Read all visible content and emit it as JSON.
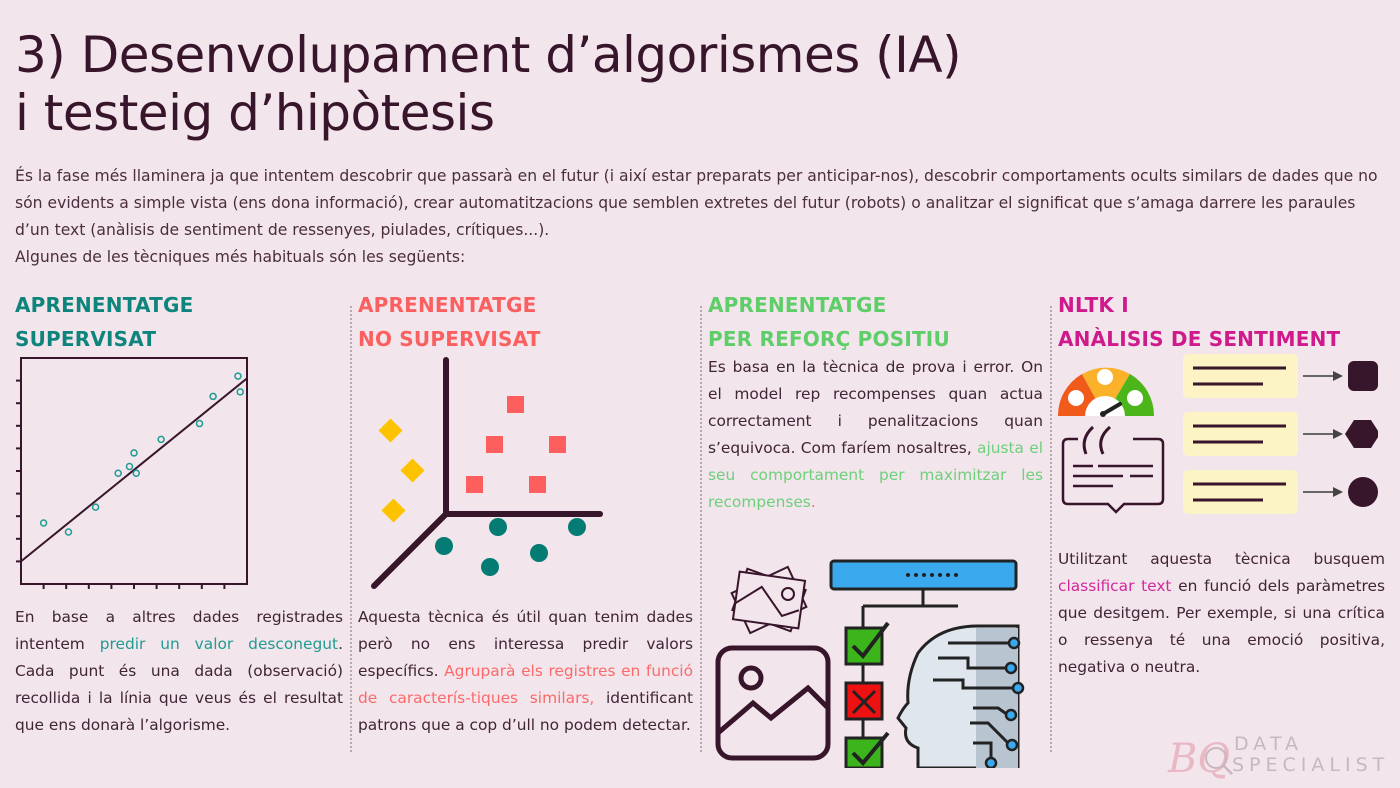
{
  "header": {
    "title_line1": "3) Desenvolupament d’algorismes (IA)",
    "title_line2": "i testeig d’hipòtesis"
  },
  "intro": {
    "paragraph": "És la fase més llaminera ja que intentem descobrir que passarà en el futur (i així estar preparats per anticipar-nos), descobrir comportaments ocults similars de dades que no són evidents a simple vista (ens dona informació), crear automatitzacions que semblen extretes del futur (robots) o analitzar el significat que s’amaga darrere les paraules d’un text (anàlisis de sentiment de ressenyes, piulades, crítiques...).",
    "lead": "Algunes de les tècniques més habituals són les següents:"
  },
  "columns": [
    {
      "heading_line1": "APRENENTATGE",
      "heading_line2": "SUPERVISAT",
      "color": "#0e857c",
      "text_before": "En base a altres dades registrades intentem ",
      "highlight": "predir un valor desconegut",
      "text_after": ". Cada punt és una dada (observació) recollida i la línia que veus és el resultat que ens donarà l’algorisme.",
      "illustration": "scatter-regression-chart"
    },
    {
      "heading_line1": "APRENENTATGE",
      "heading_line2": "NO SUPERVISAT",
      "color": "#fb6060",
      "text_before": "Aquesta tècnica és útil quan tenim dades però no ens interessa predir valors específics. ",
      "highlight": "Agruparà els registres en funció de caracterís-tiques similars,",
      "text_after": " identificant patrons que a cop d’ull no podem detectar.",
      "illustration": "clustering-3d-axes"
    },
    {
      "heading_line1": "APRENENTATGE",
      "heading_line2": "PER REFORÇ POSITIU",
      "color": "#5ece68",
      "text_before": "Es basa en la tècnica de prova i error. On el model rep recompenses quan actua correctament i penalitzacions quan s’equivoca. Com faríem nosaltres, ",
      "highlight": "ajusta el seu comportament per maximitzar les recompenses",
      "text_after": ".",
      "illustration": "images-checklist-ai-head"
    },
    {
      "heading_line1": "NLTK I",
      "heading_line2": "ANÀLISIS DE SENTIMENT",
      "color": "#cf1a8c",
      "text_before": "Utilitzant aquesta tècnica busquem ",
      "highlight": "classificar text",
      "text_after": " en funció dels paràmetres que desitgem. Per exemple, si una crítica o ressenya té una emoció positiva, negativa o neutra.",
      "illustration": "sentiment-gauge-classifier"
    }
  ],
  "chart_data": {
    "type": "scatter",
    "title": "",
    "xlabel": "",
    "ylabel": "",
    "xlim": [
      0,
      10
    ],
    "ylim": [
      0,
      10
    ],
    "grid": false,
    "points": [
      {
        "x": 1.0,
        "y": 2.7
      },
      {
        "x": 2.1,
        "y": 2.3
      },
      {
        "x": 3.3,
        "y": 3.4
      },
      {
        "x": 4.3,
        "y": 4.9
      },
      {
        "x": 4.8,
        "y": 5.2
      },
      {
        "x": 5.0,
        "y": 5.8
      },
      {
        "x": 5.1,
        "y": 4.9
      },
      {
        "x": 6.2,
        "y": 6.4
      },
      {
        "x": 7.9,
        "y": 7.1
      },
      {
        "x": 8.5,
        "y": 8.3
      },
      {
        "x": 9.6,
        "y": 9.2
      },
      {
        "x": 9.7,
        "y": 8.5
      }
    ],
    "regression_line": {
      "x": [
        0,
        10
      ],
      "y": [
        1.0,
        9.1
      ]
    },
    "x_ticks": 10,
    "y_ticks": 10,
    "point_color": "#1e9c92",
    "line_color": "#37152b"
  },
  "logo": {
    "monogram": "BQ",
    "line1": "DATA",
    "line2": "SPECIALIST"
  },
  "colors": {
    "background": "#f3e5ec",
    "title": "#37152b",
    "teal": "#0e857c",
    "coral": "#fb6060",
    "green": "#5ece68",
    "magenta": "#cf1a8c",
    "cluster_yellow": "#fdc300",
    "cluster_red": "#fd5f5f",
    "cluster_teal": "#047c74"
  }
}
